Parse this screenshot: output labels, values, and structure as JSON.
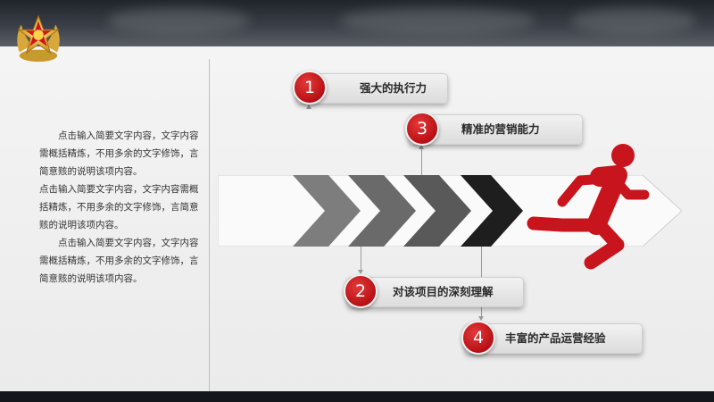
{
  "slide": {
    "paragraphs": [
      "点击输入简要文字内容，文字内容需概括精炼，不用多余的文字修饰，言简意赅的说明该项内容。",
      "点击输入简要文字内容，文字内容需概括精炼，不用多余的文字修饰，言简意赅的说明该项内容。",
      "点击输入简要文字内容，文字内容需概括精炼，不用多余的文字修饰，言简意赅的说明该项内容。"
    ],
    "callouts": [
      {
        "number": "1",
        "label": "强大的执行力"
      },
      {
        "number": "2",
        "label": "对该项目的深刻理解"
      },
      {
        "number": "3",
        "label": "精准的营销能力"
      },
      {
        "number": "4",
        "label": "丰富的产品运营经验"
      }
    ]
  },
  "colors": {
    "accent_red": "#c8141c",
    "chevron_light": "#808080",
    "chevron_dark": "#1e1e1e"
  },
  "icons": {
    "emblem": "military-emblem-icon",
    "runner": "running-man-icon"
  }
}
